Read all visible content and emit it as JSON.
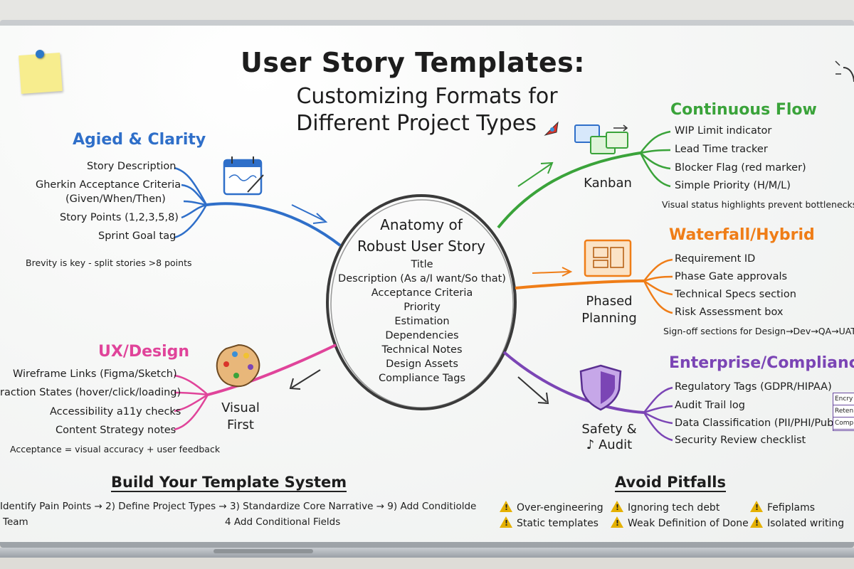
{
  "title": "User Story Templates:",
  "subtitle_line1": "Customizing Formats for",
  "subtitle_line2": "Different Project Types",
  "center": {
    "title_line1": "Anatomy of",
    "title_line2": "Robust User Story",
    "items": [
      "Title",
      "Description (As a/I want/So that)",
      "Acceptance Criteria",
      "Priority",
      "Estimation",
      "Dependencies",
      "Technical Notes",
      "Design Assets",
      "Compliance Tags"
    ]
  },
  "agile": {
    "heading": "Agied & Clarity",
    "items": [
      "Story Description",
      "Gherkin Acceptance Criteria",
      "(Given/When/Then)",
      "Story Points (1,2,3,5,8)",
      "Sprint Goal tag"
    ],
    "note": "Brevity is key - split stories >8 points",
    "color": "#2f6fc9"
  },
  "kanban": {
    "heading": "Continuous Flow",
    "branch": "Kanban",
    "items": [
      "WIP Limit indicator",
      "Lead Time tracker",
      "Blocker Flag (red marker)",
      "Simple Priority (H/M/L)"
    ],
    "note": "Visual status highlights prevent bottlenecks",
    "color": "#3aa33a"
  },
  "waterfall": {
    "heading": "Waterfall/Hybrid",
    "branch_line1": "Phased",
    "branch_line2": "Planning",
    "items": [
      "Requirement ID",
      "Phase Gate approvals",
      "Technical Specs section",
      "Risk Assessment box"
    ],
    "note": "Sign-off sections for Design→Dev→QA→UAT",
    "color": "#ef7d17"
  },
  "ux": {
    "heading": "UX/Design",
    "branch_line1": "Visual",
    "branch_line2": "First",
    "items": [
      "Wireframe Links (Figma/Sketch)",
      "raction States (hover/click/loading)",
      "Accessibility a11y checks",
      "Content Strategy notes"
    ],
    "note": "Acceptance = visual accuracy + user feedback",
    "color": "#e0449a"
  },
  "enterprise": {
    "heading": "Enterprise/Compliance",
    "branch_line1": "Safety &",
    "branch_line2": "♪ Audit",
    "items": [
      "Regulatory Tags (GDPR/HIPAA)",
      "Audit Trail log",
      "Data Classification (PII/PHI/Public)",
      "Security Review checklist"
    ],
    "side_boxes": [
      "Encry",
      "Reten",
      "Compl"
    ],
    "color": "#7b45b5"
  },
  "build": {
    "heading": "Build Your Template System",
    "line1": "Identify Pain Points → 2) Define Project Types → 3) Standardize Core Narrative → 9) Add Conditiolde",
    "line2_left": "Team",
    "line2_right": "4 Add Conditional Fields"
  },
  "pitfalls": {
    "heading": "Avoid Pitfalls",
    "items": [
      "Over-engineering",
      "Ignoring tech debt",
      "Fefiplams",
      "Static templates",
      "Weak Definition of Done",
      "Isolated writing"
    ],
    "warn_color": "#e5b100"
  },
  "icons": [
    "calendar-icon",
    "kanban-cards-icon",
    "blueprint-icon",
    "palette-icon",
    "shield-icon",
    "lightbulb-icon",
    "rocket-icon",
    "sticky-note-icon"
  ]
}
